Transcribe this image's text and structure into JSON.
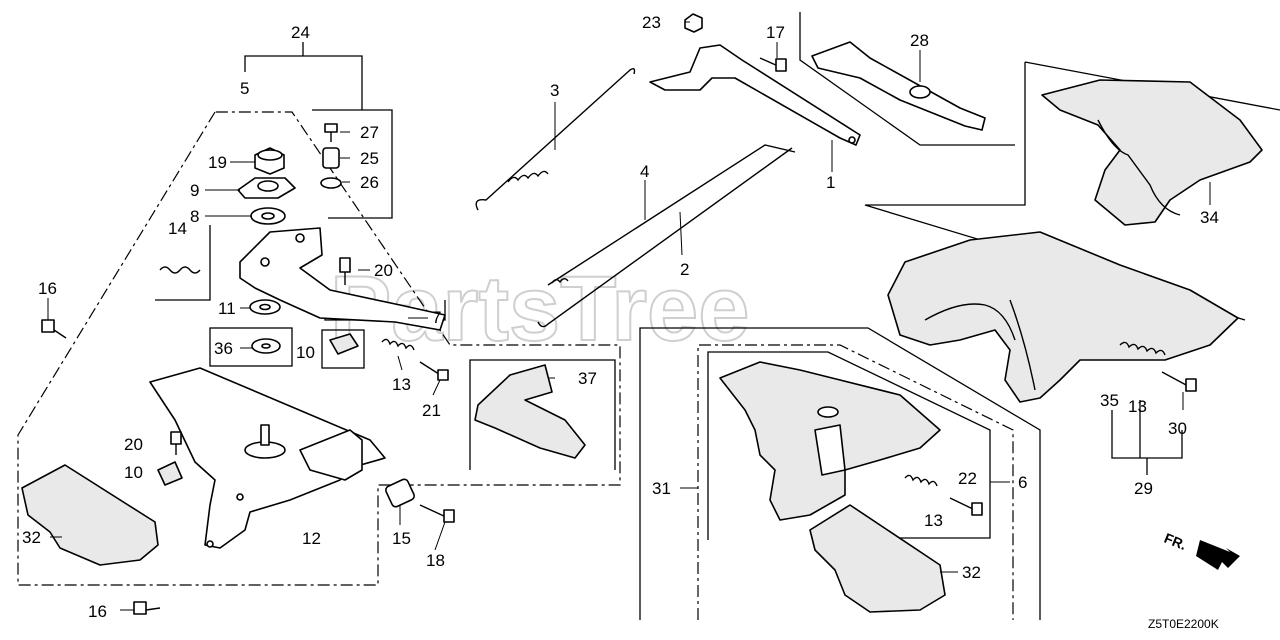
{
  "watermark": "PartsTree",
  "diagram_code": "Z5T0E2200K",
  "front_indicator": "FR.",
  "callouts": {
    "c1": "1",
    "c2": "2",
    "c3": "3",
    "c4": "4",
    "c5": "5",
    "c6": "6",
    "c7": "7",
    "c8": "8",
    "c9": "9",
    "c10a": "10",
    "c10b": "10",
    "c11": "11",
    "c12": "12",
    "c13a": "13",
    "c13b": "13",
    "c13c": "13",
    "c14": "14",
    "c15": "15",
    "c16a": "16",
    "c16b": "16",
    "c17": "17",
    "c18": "18",
    "c19": "19",
    "c20a": "20",
    "c20b": "20",
    "c21": "21",
    "c22": "22",
    "c23": "23",
    "c24": "24",
    "c25": "25",
    "c26": "26",
    "c27": "27",
    "c28": "28",
    "c29": "29",
    "c30": "30",
    "c31": "31",
    "c32a": "32",
    "c32b": "32",
    "c34": "34",
    "c35": "35",
    "c36": "36",
    "c37": "37"
  }
}
